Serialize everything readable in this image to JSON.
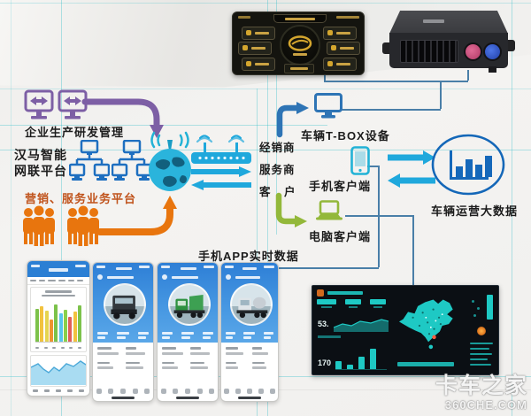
{
  "diagram": {
    "enterprise_label": "企业生产研发管理",
    "platform_label_line1": "汉马智能",
    "platform_label_line2": "网联平台",
    "marketing_label": "营销、服务业务平台",
    "dealer_label": "经销商",
    "provider_label": "服务商",
    "customer_label": "客 户",
    "tbox_label": "车辆T-BOX设备",
    "mobile_client_label": "手机客户端",
    "pc_client_label": "电脑客户端",
    "bigdata_label": "车辆运营大数据",
    "app_section_title": "手机APP实时数据"
  },
  "dashboard_screen": {
    "stat_left_mid": "53.",
    "stat_left_bottom": "170",
    "left_bars": [
      30,
      16,
      48,
      78
    ],
    "right_bar_height": 70
  },
  "phone1_chart": {
    "type": "bar",
    "bar_heights": [
      78,
      84,
      72,
      52,
      88,
      66,
      76,
      58,
      70,
      86
    ],
    "bar_colors": [
      "#7cc24a",
      "#f2c23e",
      "#e5d44f",
      "#ef9430",
      "#7cc24a",
      "#57c4ef",
      "#8ad04b",
      "#e05f5a",
      "#f2c23e",
      "#7cc24a"
    ]
  },
  "watermark": {
    "brand": "卡车之家",
    "site": "360CHE.COM"
  },
  "colors": {
    "purple": "#7d5fa5",
    "blue": "#2e74b5",
    "cyan": "#1fa8dc",
    "orange": "#e8750e",
    "green": "#93b83a",
    "guide_teal": "#19b8c4",
    "dashboard_teal": "#1ec9c4"
  },
  "icons": {
    "enterprise": "dual-monitor-icon",
    "platform": "network-tree-icon",
    "internet": "globe-wifi-icon",
    "gateway": "router-icon",
    "marketing": "people-group-icon",
    "vehicle_terminal": "monitor-icon",
    "mobile": "smartphone-icon",
    "pc": "laptop-icon",
    "bigdata": "bar-chart-icon",
    "head_unit": "car-infotainment-panel",
    "tbox_device": "telematics-box"
  }
}
